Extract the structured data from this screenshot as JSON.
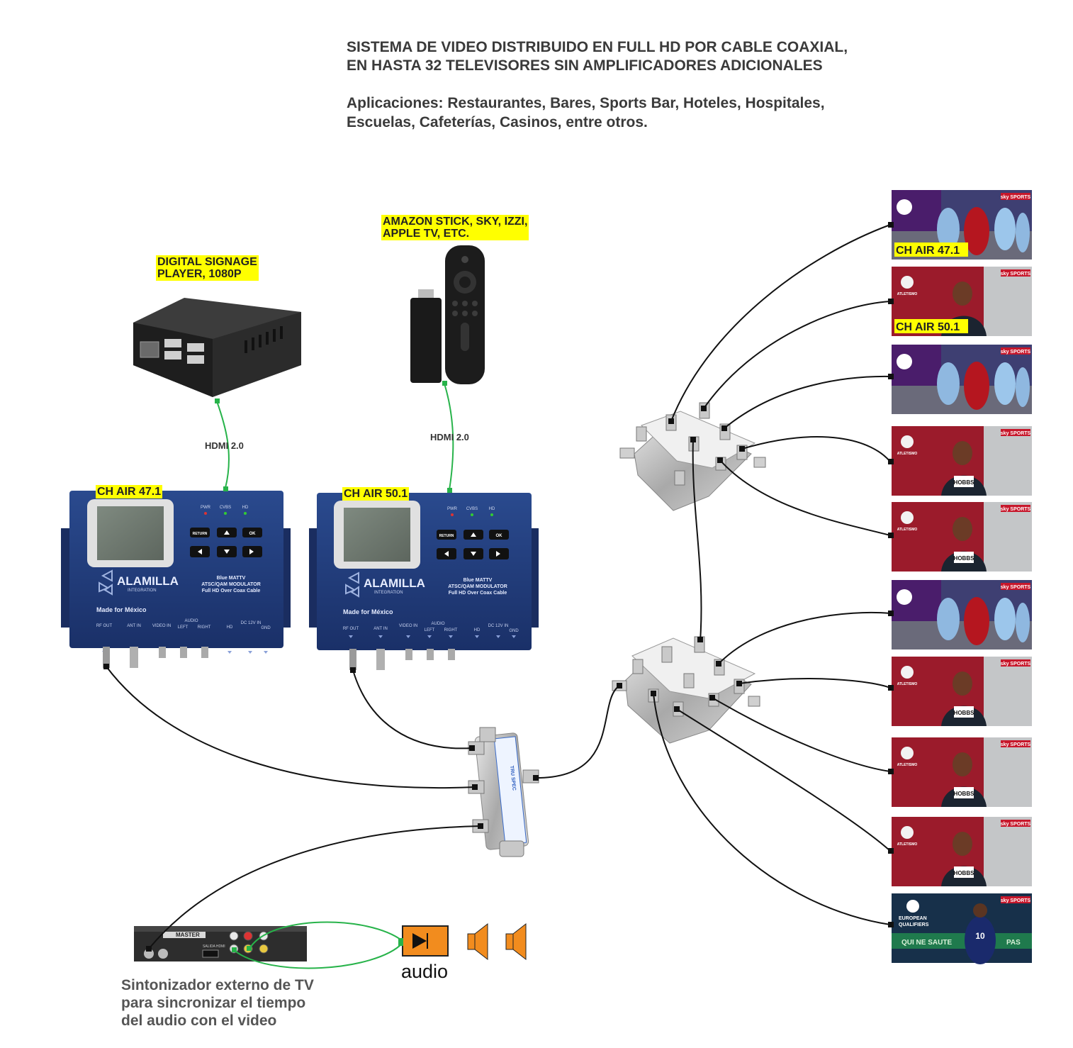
{
  "title": {
    "line1": "SISTEMA DE VIDEO DISTRIBUIDO EN FULL HD POR CABLE COAXIAL,",
    "line2": "EN HASTA 32 TELEVISORES SIN AMPLIFICADORES ADICIONALES"
  },
  "applications": {
    "line1": "Aplicaciones: Restaurantes, Bares, Sports Bar, Hoteles, Hospitales,",
    "line2": "Escuelas, Cafeterías, Casinos, entre otros."
  },
  "sources": {
    "player": {
      "line1": "DIGITAL SIGNAGE",
      "line2": "PLAYER, 1080P"
    },
    "streamer": {
      "line1": "AMAZON STICK, SKY, IZZI,",
      "line2": "APPLE TV, ETC."
    }
  },
  "links": {
    "hdmi_left": "HDMI 2.0",
    "hdmi_right": "HDMI 2.0"
  },
  "modulators": [
    {
      "channel": "CH  AIR 47.1",
      "leds": [
        "PWR",
        "CVBS",
        "HD"
      ],
      "buttons": {
        "return": "RETURN",
        "ok": "OK"
      },
      "brand": "ALAMILLA",
      "brand_sub": "INTEGRATION",
      "model_lines": [
        "Blue MATTV",
        "ATSC/QAM MODULATOR",
        "Full HD Over Coax Cable"
      ],
      "made_for": "Made for México",
      "ports": [
        "RF OUT",
        "ANT IN",
        "VIDEO IN",
        "LEFT",
        "RIGHT",
        "HD",
        "DC 12V IN",
        "GND"
      ],
      "audio_group": "AUDIO"
    },
    {
      "channel": "CH  AIR 50.1",
      "leds": [
        "PWR",
        "CVBS",
        "HD"
      ],
      "buttons": {
        "return": "RETURN",
        "ok": "OK"
      },
      "brand": "ALAMILLA",
      "brand_sub": "INTEGRATION",
      "model_lines": [
        "Blue MATTV",
        "ATSC/QAM MODULATOR",
        "Full HD Over Coax Cable"
      ],
      "made_for": "Made for México",
      "ports": [
        "RF OUT",
        "ANT IN",
        "VIDEO IN",
        "LEFT",
        "RIGHT",
        "HD",
        "DC 12V IN",
        "GND"
      ],
      "audio_group": "AUDIO"
    }
  ],
  "combiner": {
    "brand": "TRU SPEC"
  },
  "tuner": {
    "brand": "MASTER",
    "hdmi_port": "SALIDA HDMI",
    "label_line1": "Sintonizador externo de TV",
    "label_line2": "para sincronizar el tiempo",
    "label_line3": "del audio con el video"
  },
  "audio": {
    "label": "audio"
  },
  "tvs": [
    {
      "kind": "football",
      "channel_label": "CH  AIR 47.1",
      "badge": "sky SPORTS"
    },
    {
      "kind": "athletics",
      "channel_label": "CH  AIR 50.1",
      "badge": "sky SPORTS",
      "caption": "ATLETISMO"
    },
    {
      "kind": "football",
      "badge": "sky SPORTS"
    },
    {
      "kind": "athletics",
      "badge": "sky SPORTS",
      "caption": "ATLETISMO",
      "bib": "HOBBS"
    },
    {
      "kind": "athletics",
      "badge": "sky SPORTS",
      "caption": "ATLETISMO",
      "bib": "HOBBS"
    },
    {
      "kind": "football",
      "badge": "sky SPORTS"
    },
    {
      "kind": "athletics",
      "badge": "sky SPORTS",
      "caption": "ATLETISMO",
      "bib": "HOBBS"
    },
    {
      "kind": "athletics",
      "badge": "sky SPORTS",
      "caption": "ATLETISMO",
      "bib": "HOBBS"
    },
    {
      "kind": "athletics",
      "badge": "sky SPORTS",
      "caption": "ATLETISMO",
      "bib": "HOBBS"
    },
    {
      "kind": "qualifiers",
      "badge": "sky SPORTS",
      "caption1": "EUROPEAN",
      "caption2": "QUALIFIERS",
      "banner": "QUI NE SAUTE",
      "banner2": "PAS",
      "shirt": "10"
    }
  ],
  "colors": {
    "modulator_blue": "#1f3a78",
    "highlight": "#ffff00",
    "hdmi_cable": "#27b34a",
    "coax_cable": "#111111",
    "amp": "#f28c1e",
    "football_purple": "#4a1d6b",
    "athletics_red": "#9b1b2b"
  }
}
